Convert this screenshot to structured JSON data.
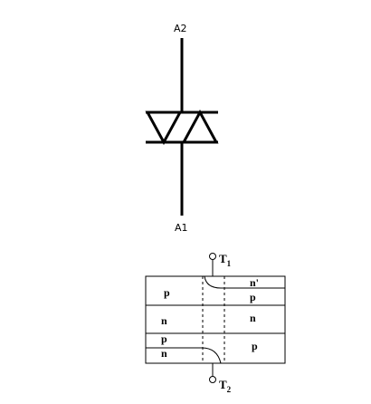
{
  "symbol": {
    "anode2_label": "A2",
    "anode1_label": "A1"
  },
  "structure": {
    "terminal_top": {
      "letter": "T",
      "subscript": "1"
    },
    "terminal_bottom": {
      "letter": "T",
      "subscript": "2"
    },
    "regions": {
      "left_top_p": "p",
      "left_mid_n": "n",
      "left_lower_p": "p",
      "left_bottom_n": "n",
      "right_top_nplus": "n'",
      "right_top_p": "p",
      "right_mid_n": "n",
      "right_bottom_p": "p"
    }
  }
}
